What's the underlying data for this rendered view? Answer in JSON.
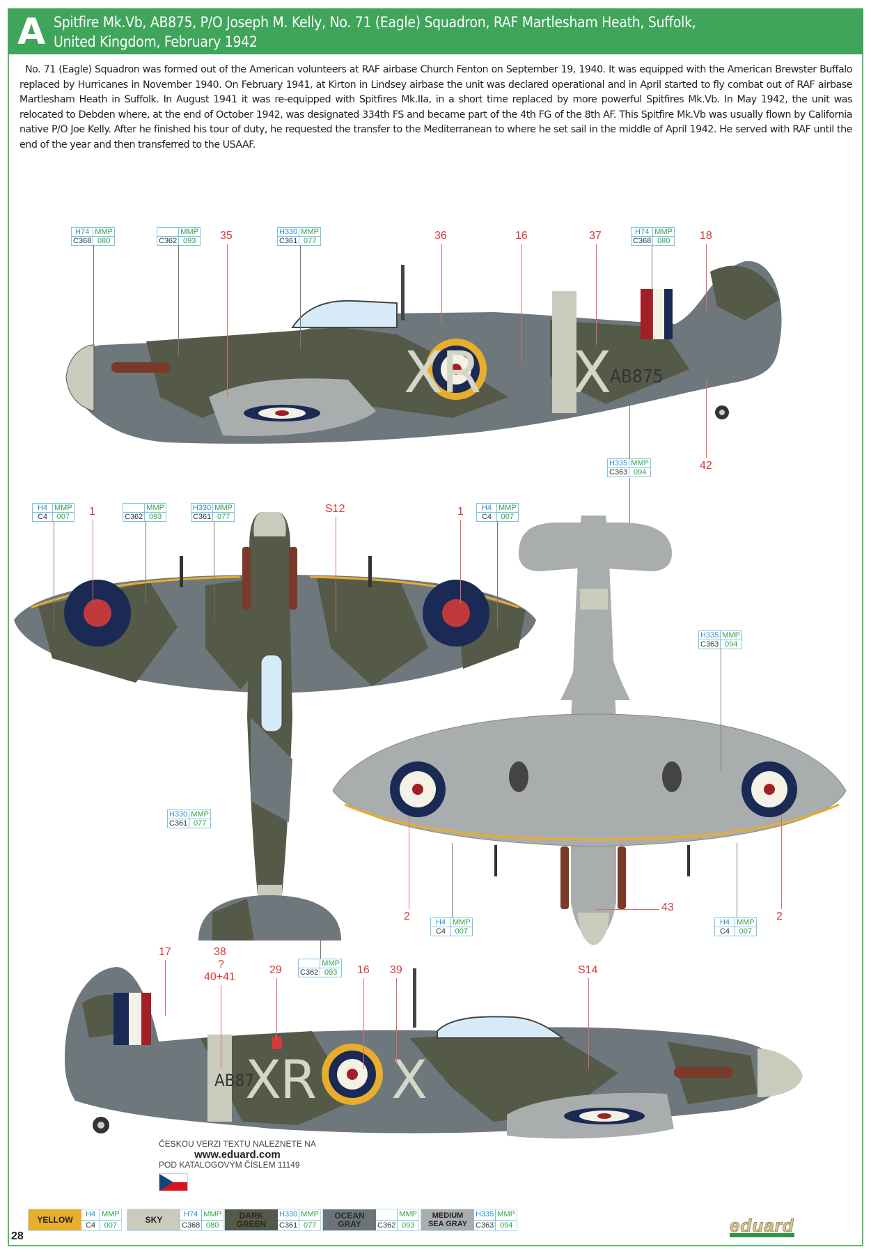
{
  "header": {
    "letter": "A",
    "title_line1": "Spitfire Mk.Vb, AB875, P/O Joseph M. Kelly, No. 71 (Eagle) Squadron, RAF Martlesham Heath, Suffolk,",
    "title_line2": "United Kingdom, February 1942"
  },
  "description": "No. 71 (Eagle) Squadron was formed out of the American volunteers at RAF airbase Church Fenton on September 19, 1940. It was equipped with the American Brewster Buffalo replaced by Hurricanes in November 1940. On February 1941, at Kirton in Lindsey airbase the unit was declared operational and in April started to fly combat out of RAF airbase Martlesham Heath in Suffolk. In August 1941 it was re-equipped with Spitfires Mk.IIa, in a short time replaced by more powerful Spitfires Mk.Vb. In May 1942, the unit was relocated to Debden where, at the end of October 1942, was designated 334th FS and became part of the 4th FG of the 8th AF. This Spitfire Mk.Vb was usually flown by California native P/O Joe Kelly. After he finished his tour of duty, he requested the transfer to the Mediterranean to where he set sail in the middle of April 1942. He served with RAF until the end of the year and then transferred to the USAAF.",
  "aircraft": {
    "code_left": "XR",
    "code_right": "X",
    "serial": "AB875",
    "serial_partial": "AB87"
  },
  "paint_callouts": [
    {
      "h": "H74",
      "mmp": "MMP",
      "c": "C368",
      "n": "080"
    },
    {
      "h": "",
      "mmp": "MMP",
      "c": "C362",
      "n": "093"
    },
    {
      "h": "H330",
      "mmp": "MMP",
      "c": "C361",
      "n": "077"
    },
    {
      "h": "H74",
      "mmp": "MMP",
      "c": "C368",
      "n": "080"
    },
    {
      "h": "H335",
      "mmp": "MMP",
      "c": "C363",
      "n": "094"
    },
    {
      "h": "H4",
      "mmp": "MMP",
      "c": "C4",
      "n": "007"
    },
    {
      "h": "",
      "mmp": "MMP",
      "c": "C362",
      "n": "093"
    },
    {
      "h": "H330",
      "mmp": "MMP",
      "c": "C361",
      "n": "077"
    },
    {
      "h": "H4",
      "mmp": "MMP",
      "c": "C4",
      "n": "007"
    },
    {
      "h": "H335",
      "mmp": "MMP",
      "c": "C363",
      "n": "094"
    },
    {
      "h": "H330",
      "mmp": "MMP",
      "c": "C361",
      "n": "077"
    },
    {
      "h": "H4",
      "mmp": "MMP",
      "c": "C4",
      "n": "007"
    },
    {
      "h": "H4",
      "mmp": "MMP",
      "c": "C4",
      "n": "007"
    },
    {
      "h": "",
      "mmp": "MMP",
      "c": "C362",
      "n": "093"
    }
  ],
  "decal_numbers": {
    "top_profile": [
      "35",
      "36",
      "16",
      "37",
      "18",
      "42"
    ],
    "plan_view": [
      "1",
      "S12",
      "1",
      "2",
      "43",
      "2"
    ],
    "bottom_profile": [
      "17",
      "38",
      "?",
      "40+41",
      "29",
      "16",
      "39",
      "S14"
    ]
  },
  "legend": [
    {
      "name": "YELLOW",
      "h": "H4",
      "mmp": "MMP",
      "c": "C4",
      "n": "007",
      "color": "#e8ad2c",
      "text_color": "#222"
    },
    {
      "name": "SKY",
      "h": "H74",
      "mmp": "MMP",
      "c": "C368",
      "n": "080",
      "color": "#c9cbbd",
      "text_color": "#222"
    },
    {
      "name": "DARK GREEN",
      "h": "H330",
      "mmp": "MMP",
      "c": "C361",
      "n": "077",
      "color": "#555947",
      "text_color": "#2a2a22"
    },
    {
      "name": "OCEAN GRAY",
      "h": "",
      "mmp": "MMP",
      "c": "C362",
      "n": "093",
      "color": "#6c7478",
      "text_color": "#2a2a2a"
    },
    {
      "name": "MEDIUM SEA GRAY",
      "h": "H335",
      "mmp": "MMP",
      "c": "C363",
      "n": "094",
      "color": "#a9adae",
      "text_color": "#222"
    }
  ],
  "czech_note": {
    "line1": "ČESKOU VERZI TEXTU NALEZNETE NA",
    "url": "www.eduard.com",
    "line3": "POD KATALOGOVÝM ČÍSLEM 11149"
  },
  "page_number": "28",
  "brand": "eduard",
  "colors": {
    "header_green": "#3ea55a",
    "callout_red": "#d43a3a",
    "dark_green": "#555947",
    "ocean_gray": "#6c7478",
    "sea_gray": "#a9adae",
    "sky": "#c9cbbd",
    "yellow": "#e8ad2c",
    "roundel_blue": "#1b2a55",
    "roundel_red": "#a31e25"
  }
}
